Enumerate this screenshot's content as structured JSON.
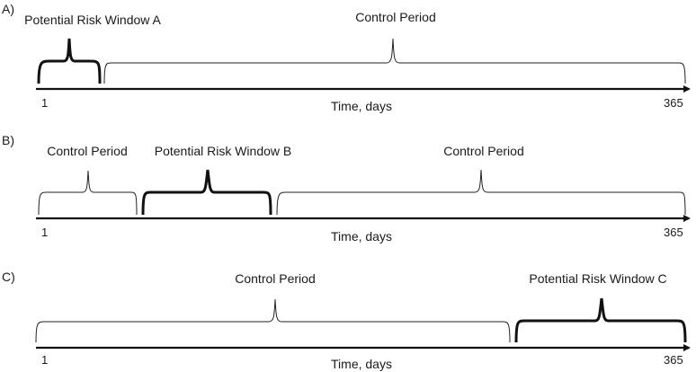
{
  "panels": [
    {
      "label": "A)",
      "axis_label": "Time, days",
      "start_label": "1",
      "end_label": "365",
      "segments": [
        {
          "text": "Potential Risk Window A",
          "kind": "risk"
        },
        {
          "text": "Control Period",
          "kind": "control"
        }
      ]
    },
    {
      "label": "B)",
      "axis_label": "Time, days",
      "start_label": "1",
      "end_label": "365",
      "segments": [
        {
          "text": "Control Period",
          "kind": "control"
        },
        {
          "text": "Potential Risk Window B",
          "kind": "risk"
        },
        {
          "text": "Control Period",
          "kind": "control"
        }
      ]
    },
    {
      "label": "C)",
      "axis_label": "Time, days",
      "start_label": "1",
      "end_label": "365",
      "segments": [
        {
          "text": "Control Period",
          "kind": "control"
        },
        {
          "text": "Potential Risk Window C",
          "kind": "risk"
        }
      ]
    }
  ]
}
